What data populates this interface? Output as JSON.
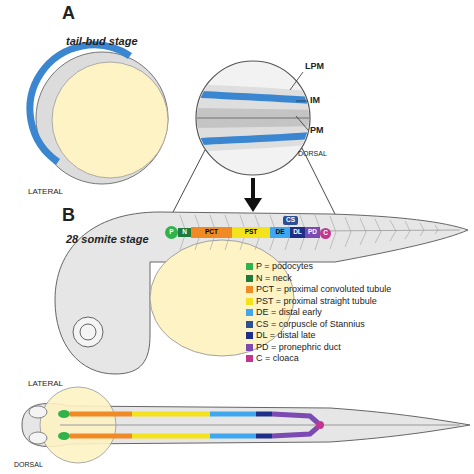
{
  "diagram": {
    "nodes": [
      {
        "text": [
          "P"
        ]
      },
      {
        "text": [
          "N"
        ]
      },
      {
        "text": [
          "PCT"
        ]
      },
      {
        "text": [
          "PST"
        ]
      },
      {
        "text": [
          "DE"
        ]
      },
      {
        "text": [
          "CS"
        ]
      },
      {
        "text": [
          "DL"
        ]
      },
      {
        "text": [
          "PD"
        ]
      },
      {
        "text": [
          "C"
        ]
      }
    ],
    "labels": [
      "A",
      "tail-bud stage",
      "LATERAL",
      "LPM",
      "IM",
      "PM",
      "DORSAL",
      "B",
      "28 somite stage",
      "LATERAL",
      "DORSAL"
    ],
    "legend": [
      {
        "text": "P = podocytes",
        "color": "#2fb34a"
      },
      {
        "text": "N = neck",
        "color": "#1f7a3c"
      },
      {
        "text": "PCT = proximal convoluted tubule",
        "color": "#f08a24"
      },
      {
        "text": "PST = proximal straight tubule",
        "color": "#f3e21c"
      },
      {
        "text": "DE = distal early",
        "color": "#3fa7f0"
      },
      {
        "text": "CS = corpuscle of Stannius",
        "color": "#2c4f96"
      },
      {
        "text": "DL = distal late",
        "color": "#1e2f8a"
      },
      {
        "text": "PD = pronephric duct",
        "color": "#7b4bb3"
      },
      {
        "text": "C = cloaca",
        "color": "#c4368e"
      }
    ]
  }
}
